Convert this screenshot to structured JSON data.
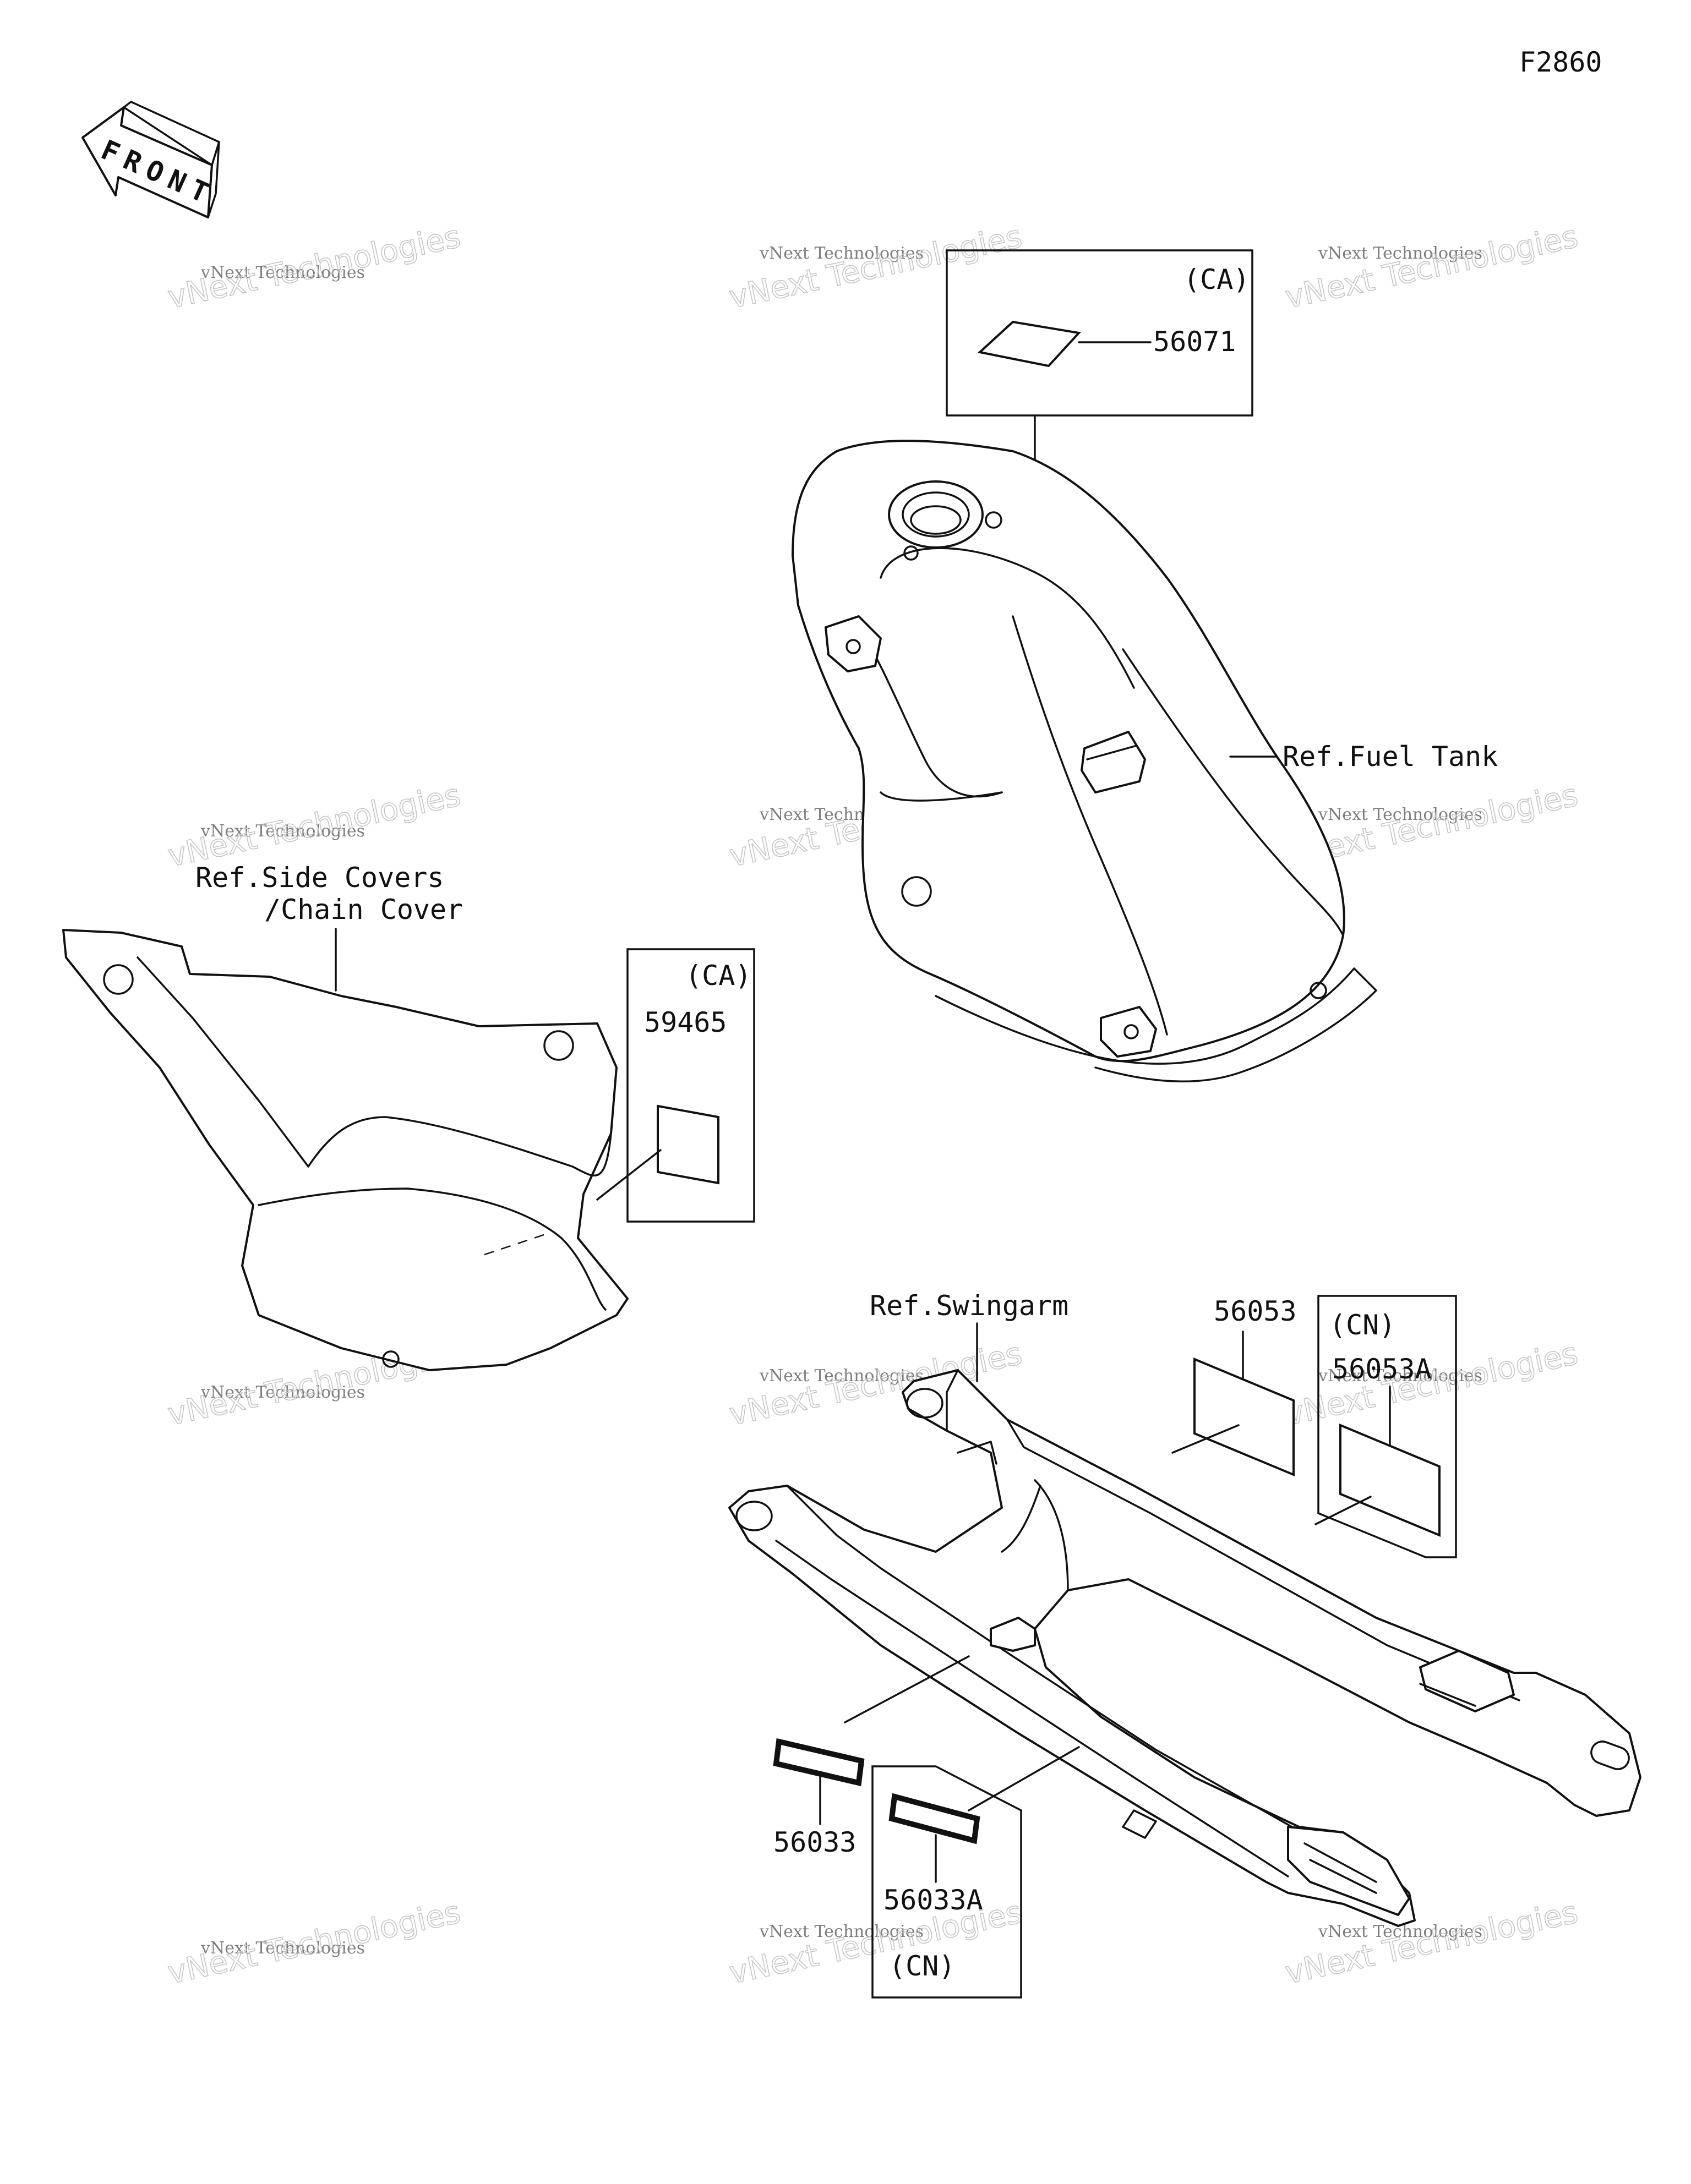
{
  "figure_code": "F2860",
  "front_arrow": {
    "label": "FRONT",
    "icon": "front-direction-arrow-icon"
  },
  "watermark": {
    "line1": "vNext Technologies",
    "line2": "vNext Technologies"
  },
  "callouts": {
    "fuel_tank_box": {
      "region": "(CA)",
      "part": "56071"
    },
    "fuel_tank_ref": "Ref.Fuel Tank",
    "side_cover_ref_line1": "Ref.Side Covers",
    "side_cover_ref_line2": "/Chain Cover",
    "side_cover_box": {
      "region": "(CA)",
      "part": "59465"
    },
    "swingarm_ref": "Ref.Swingarm",
    "swingarm_top_part": "56053",
    "swingarm_cn_box": {
      "region": "(CN)",
      "part": "56053A"
    },
    "swingarm_bottom_part": "56033",
    "swingarm_bottom_cn_box": {
      "part": "56033A",
      "region": "(CN)"
    }
  }
}
